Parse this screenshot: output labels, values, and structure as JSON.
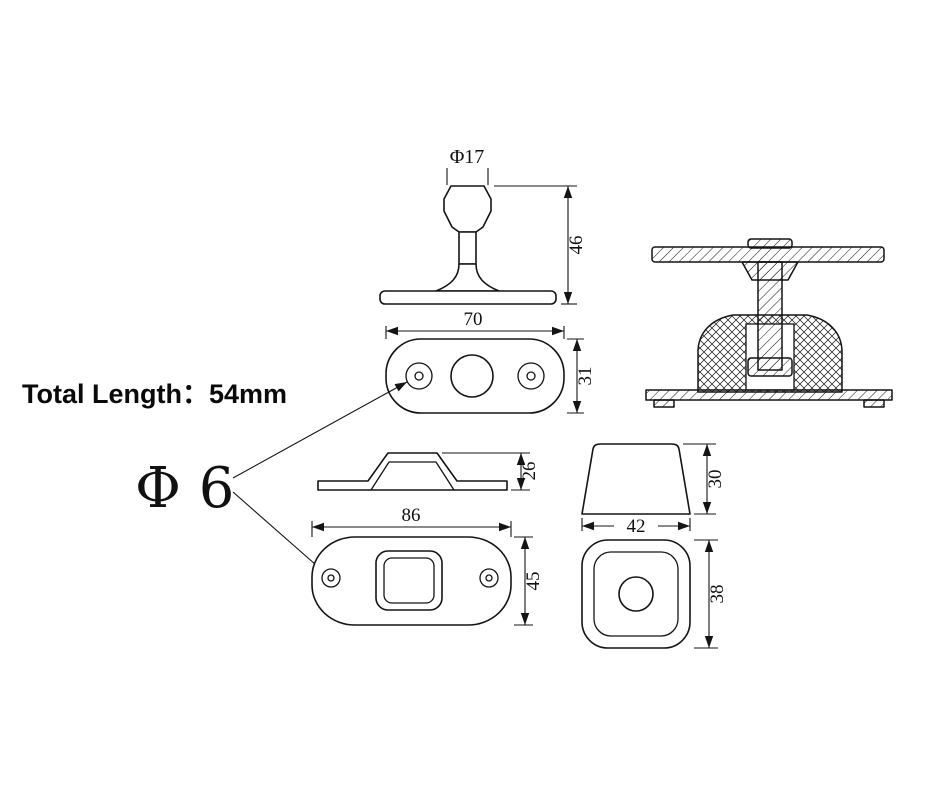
{
  "drawing": {
    "background": "#ffffff",
    "ink": "#141414",
    "total_length_label": "Total Length：54mm",
    "hole_callout": "Φ 6",
    "knob_side": {
      "diameter": "Φ17",
      "height": "46"
    },
    "plate_top": {
      "width": "70",
      "height": "31"
    },
    "strike_profile": {
      "height": "26"
    },
    "strike_top": {
      "width": "86",
      "height": "45"
    },
    "cap_side": {
      "height": "30",
      "width": "42"
    },
    "cap_top": {
      "height": "38"
    }
  }
}
